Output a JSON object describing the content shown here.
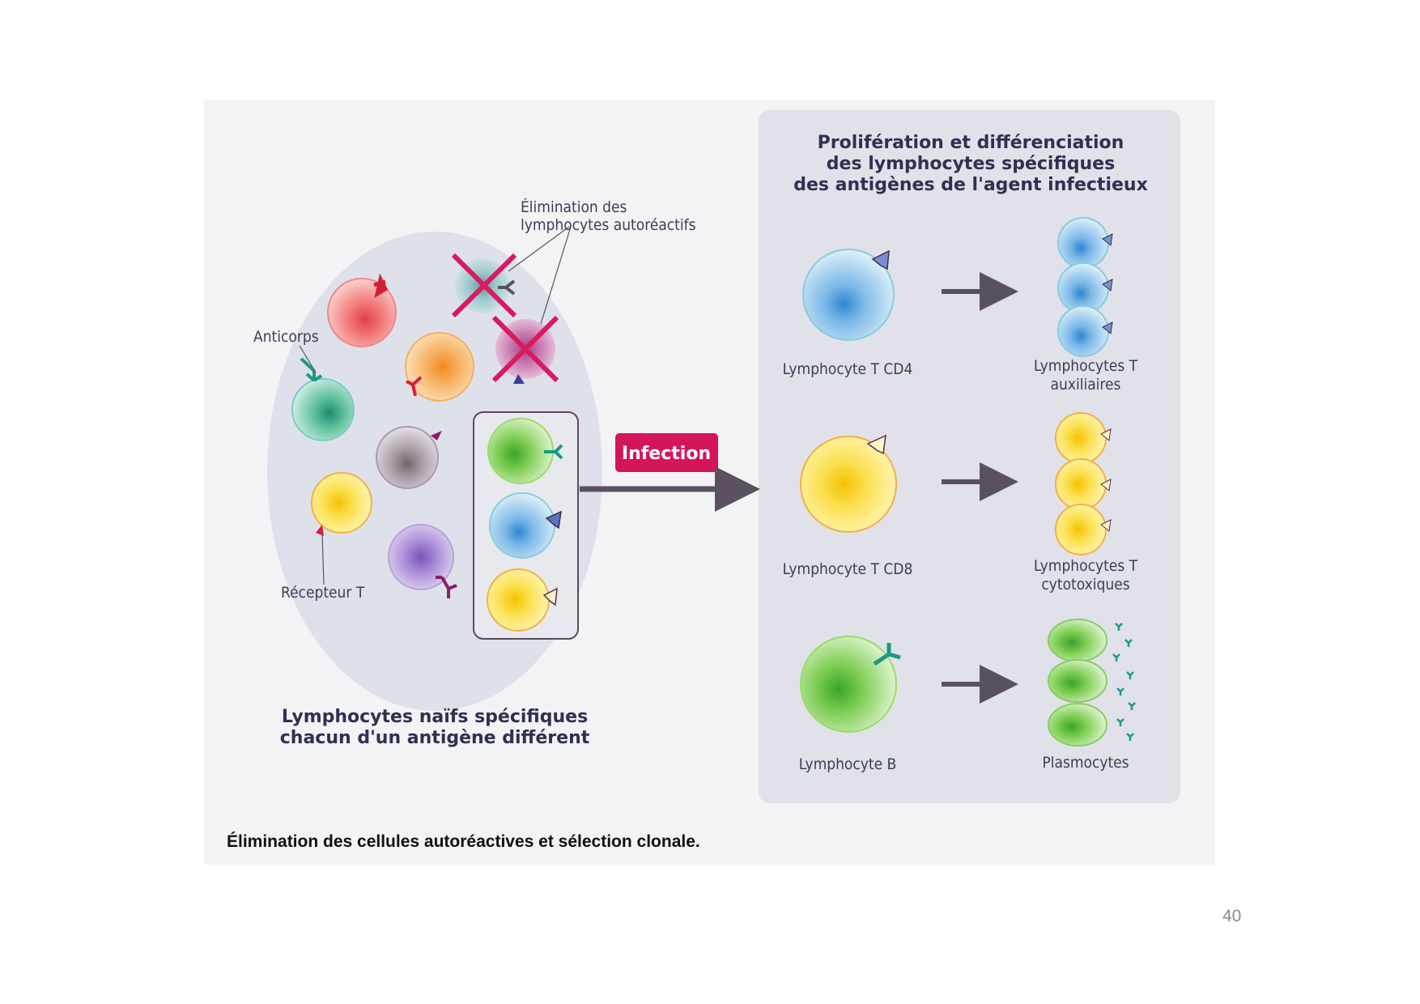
{
  "figure": {
    "left_label_elimination": [
      "Élimination des",
      "lymphocytes autoréactifs"
    ],
    "label_antibodies": "Anticorps",
    "label_t_receptor": "Récepteur T",
    "naive_caption": [
      "Lymphocytes naïfs spécifiques",
      "chacun d'un antigène différent"
    ],
    "infection_badge": "Infection",
    "right_title": [
      "Prolifération et différenciation",
      "des lymphocytes spécifiques",
      "des antigènes de l'agent infectieux"
    ],
    "rows": [
      {
        "source": "Lymphocyte T CD4",
        "result": [
          "Lymphocytes T",
          "auxiliaires"
        ]
      },
      {
        "source": "Lymphocyte T CD8",
        "result": [
          "Lymphocytes T",
          "cytotoxiques"
        ]
      },
      {
        "source": "Lymphocyte B",
        "result": [
          "Plasmocytes"
        ]
      }
    ],
    "caption": "Élimination des cellules autoréactives et sélection clonale.",
    "colors": {
      "infection": "#d4155b",
      "cross": "#d81b5e",
      "arrow": "#5a5060"
    }
  },
  "page_number": "40"
}
